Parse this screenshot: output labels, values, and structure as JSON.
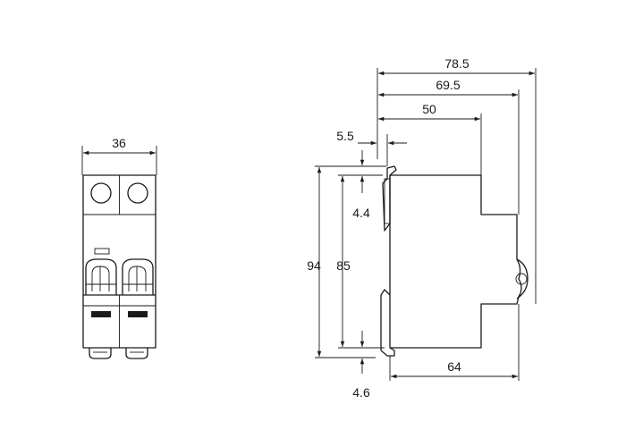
{
  "front_view": {
    "width_label": "36"
  },
  "side_view": {
    "depth_total_label": "78.5",
    "depth_mid_label": "69.5",
    "depth_front_label": "50",
    "rail_offset_label": "5.5",
    "top_clip_label": "4.4",
    "bottom_clip_label": "4.6",
    "overall_height_label": "94",
    "body_height_label": "85",
    "base_depth_label": "64"
  },
  "colors": {
    "line": "#1a1a1a",
    "background": "#ffffff"
  }
}
